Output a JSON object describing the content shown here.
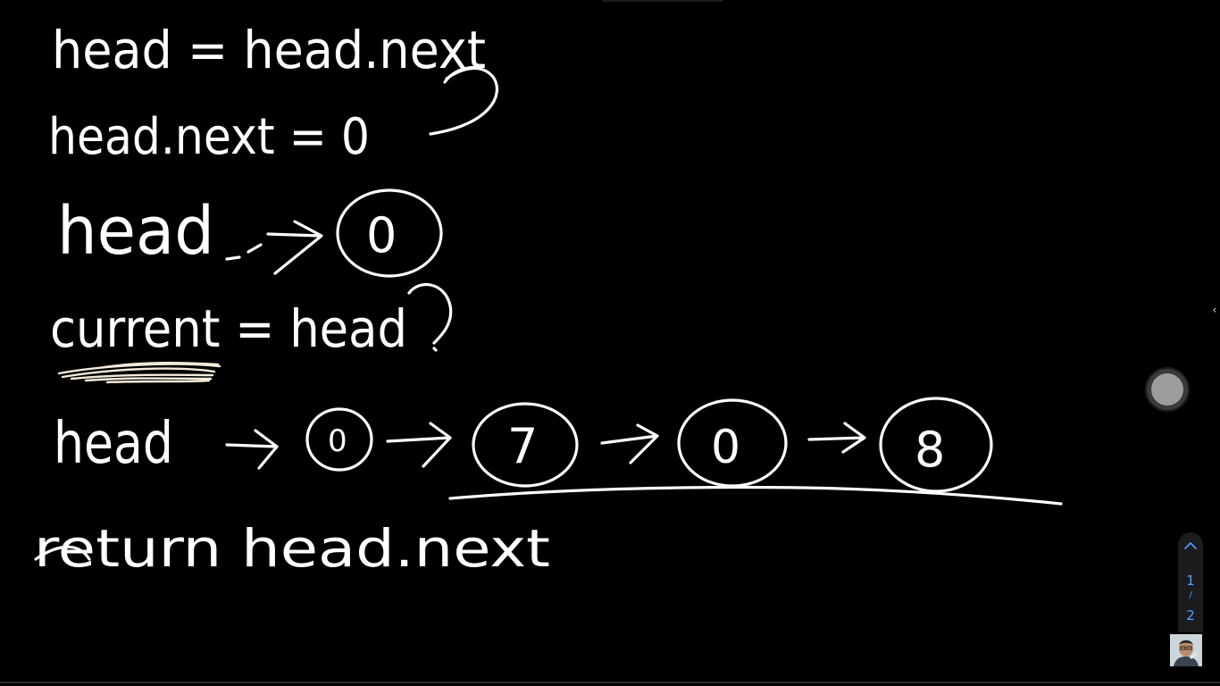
{
  "board": {
    "background": "#000000",
    "ink_color": "#ffffff",
    "lines": {
      "line1": "head = head.next",
      "line2": "head.next = 0",
      "line3_label": "head",
      "line3_node": "0",
      "line4": "current = head",
      "line5_label": "head",
      "line5_nodes": [
        "0",
        "7",
        "0",
        "8"
      ],
      "line6": "return head.next"
    }
  },
  "controls": {
    "collapse_icon": "chevron-left-icon",
    "float_button_icon": "circle-button-icon",
    "page_nav": {
      "up_icon": "chevron-up-icon",
      "current": "1",
      "separator": "/",
      "total": "2",
      "accent_color": "#4ea1ff"
    },
    "avatar_icon": "user-avatar-icon"
  }
}
